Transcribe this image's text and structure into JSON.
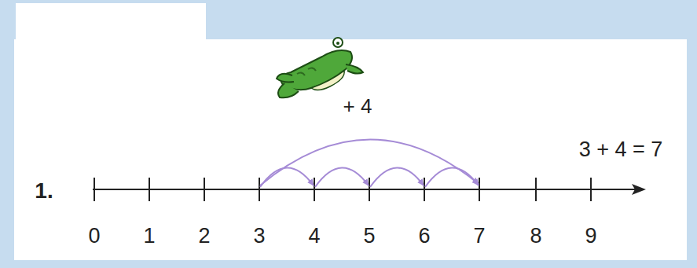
{
  "diagram": {
    "labels": [
      "+ 4",
      "3 + 4 = 7",
      "1.",
      "0",
      "1",
      "2",
      "3",
      "4",
      "5",
      "6",
      "7",
      "8",
      "9"
    ]
  }
}
